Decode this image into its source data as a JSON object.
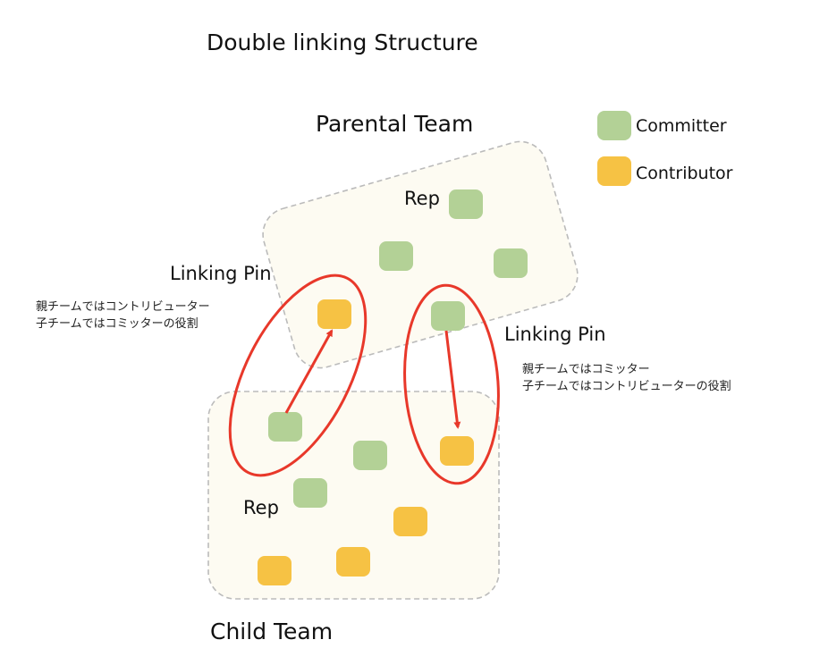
{
  "title": "Double linking Structure",
  "parental_team": {
    "label": "Parental Team",
    "rep_label": "Rep"
  },
  "child_team": {
    "label": "Child Team",
    "rep_label": "Rep"
  },
  "legend": {
    "committer": "Committer",
    "contributor": "Contributor"
  },
  "linking_pins": [
    {
      "label": "Linking Pin",
      "note_line1": "親チームではコントリビューター",
      "note_line2": "子チームではコミッターの役割"
    },
    {
      "label": "Linking Pin",
      "note_line1": "親チームではコミッター",
      "note_line2": "子チームではコントリビューターの役割"
    }
  ],
  "colors": {
    "committer": "#b3d196",
    "contributor": "#f6c244",
    "pin": "#e8382a",
    "team_fill": "#fdfbf2",
    "team_border": "#bbbbbb"
  }
}
